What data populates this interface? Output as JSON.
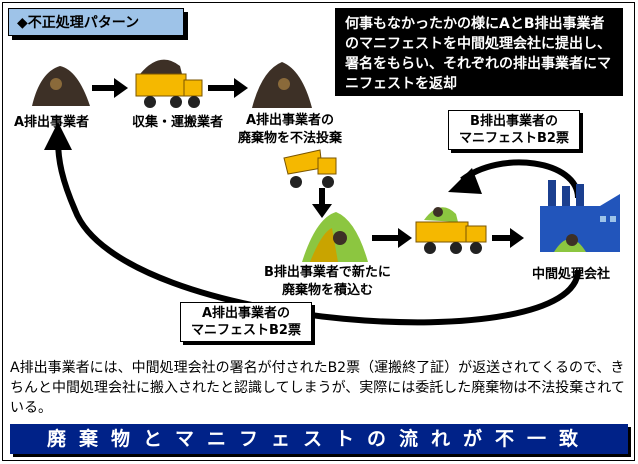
{
  "title": "◆不正処理パターン",
  "note": "何事もなかったかの様にAとB排出事業者のマニフェストを中間処理会社に提出し、署名をもらい、それぞれの排出事業者にマニフェストを返却",
  "labels": {
    "emitter_a": "A排出事業者",
    "collector": "収集・運搬業者",
    "dumping": [
      "A排出事業者の",
      "廃棄物を不法投棄"
    ],
    "b_loads": [
      "B排出事業者で新たに",
      "廃棄物を積込む"
    ],
    "intermediate": "中間処理会社"
  },
  "bubbles": {
    "b_manifest": [
      "B排出事業者の",
      "マニフェストB2票"
    ],
    "a_manifest": [
      "A排出事業者の",
      "マニフェストB2票"
    ]
  },
  "description": "A排出事業者には、中間処理会社の署名が付されたB2票（運搬終了証）が返送されてくるので、きちんと中間処理会社に搬入されたと認識してしまうが、実際には委託した廃棄物は不法投棄されている。",
  "banner": "廃棄物とマニフェストの流れが不一致",
  "colors": {
    "title_bg": "#9ec3e8",
    "banner_bg": "#002288",
    "truck_yellow": "#f5b800",
    "waste_dark": "#4a3a2a",
    "factory_blue": "#2255bb",
    "pile_green": "#8cc640"
  }
}
